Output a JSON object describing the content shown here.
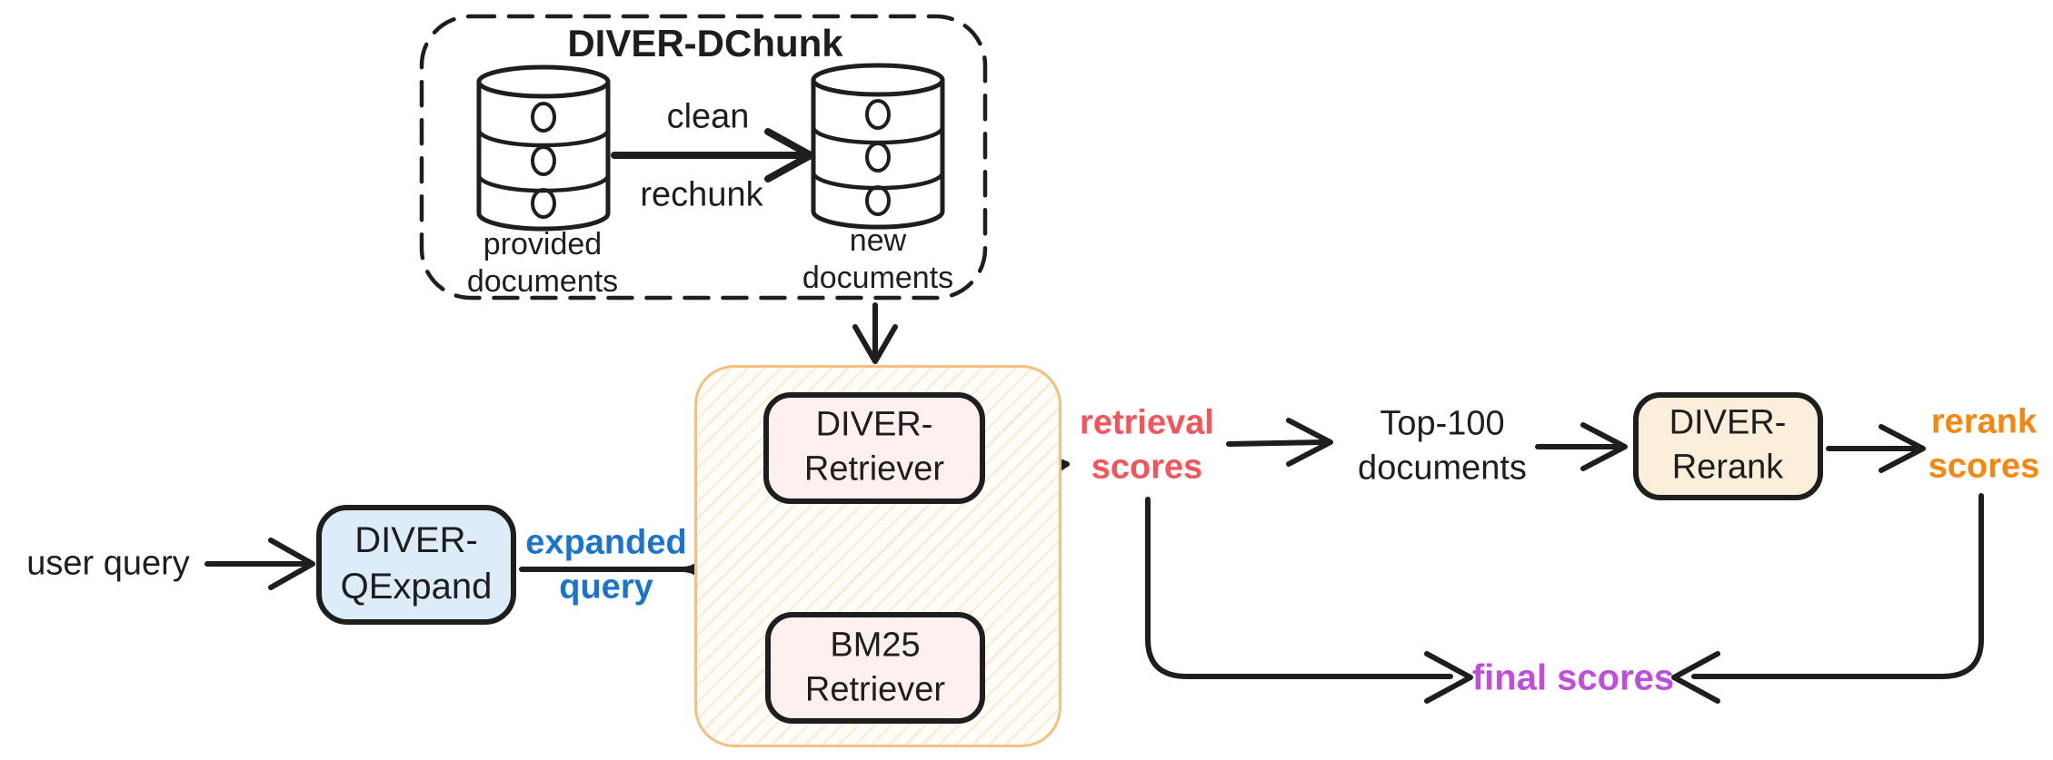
{
  "colors": {
    "stroke": "#1e1e1e",
    "blue_text": "#1b74cc",
    "red_text": "#f4545a",
    "orange_text": "#f5870f",
    "purple_text": "#bf4fdb",
    "qexpand_fill": "#dcecf8",
    "retriever_fill": "#fdf0ee",
    "rerank_fill": "#fbeeda",
    "container_border": "#f4c07d",
    "cylinder_fill": "#d9d9d9",
    "cylinder_dot": "#9d9d9d"
  },
  "dchunk": {
    "title": "DIVER-DChunk",
    "arrow_label_top": "clean",
    "arrow_label_bottom": "rechunk",
    "source_label": "provided\ndocuments",
    "target_label": "new\ndocuments"
  },
  "pipeline": {
    "input_label": "user query",
    "qexpand_label": "DIVER-\nQExpand",
    "expanded_label": "expanded\nquery",
    "retriever_label": "DIVER-\nRetriever",
    "bm25_label": "BM25\nRetriever",
    "retrieval_scores_label": "retrieval\nscores",
    "top100_label": "Top-100\ndocuments",
    "rerank_label": "DIVER-\nRerank",
    "rerank_scores_label": "rerank\nscores",
    "final_scores_label": "final scores"
  }
}
